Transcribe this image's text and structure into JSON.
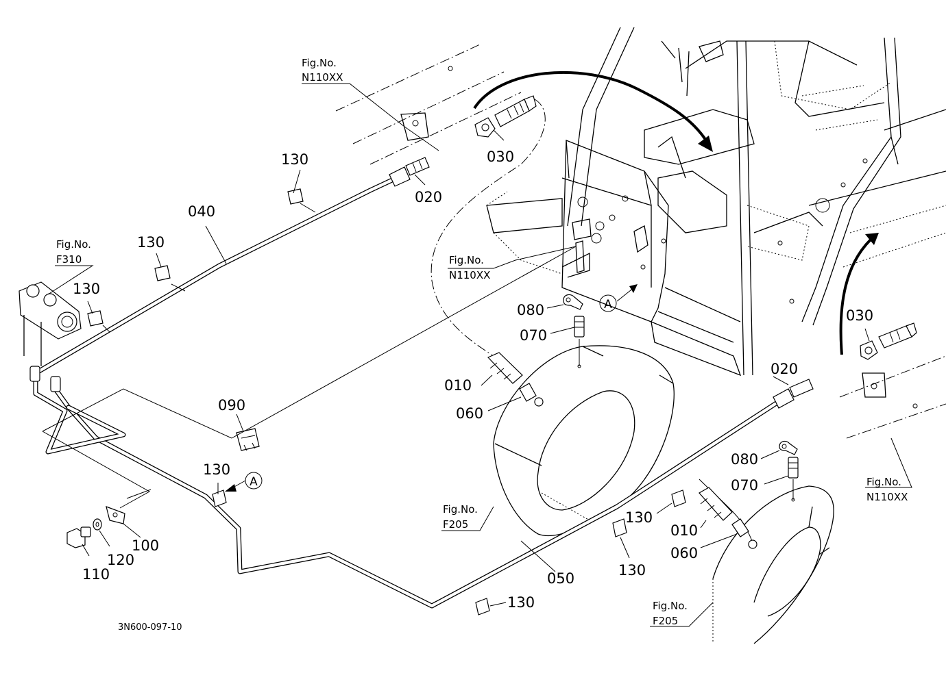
{
  "diagram": {
    "drawing_number": "3N600-097-10",
    "part_labels": {
      "p010_a": "010",
      "p010_b": "010",
      "p020_a": "020",
      "p020_b": "020",
      "p030_a": "030",
      "p030_b": "030",
      "p040": "040",
      "p050": "050",
      "p060_a": "060",
      "p060_b": "060",
      "p070_a": "070",
      "p070_b": "070",
      "p080_a": "080",
      "p080_b": "080",
      "p090": "090",
      "p100": "100",
      "p110": "110",
      "p120": "120",
      "p130_a": "130",
      "p130_b": "130",
      "p130_c": "130",
      "p130_d": "130",
      "p130_e": "130",
      "p130_f": "130",
      "p130_g": "130"
    },
    "figure_refs": {
      "fig_prefix": "Fig.No.",
      "n110xx_top": "N110XX",
      "n110xx_mid": "N110XX",
      "n110xx_right": "N110XX",
      "f310": "F310",
      "f205_mid": "F205",
      "f205_bottom": "F205"
    },
    "view_markers": {
      "a_upper": "A",
      "a_lower": "A"
    }
  }
}
